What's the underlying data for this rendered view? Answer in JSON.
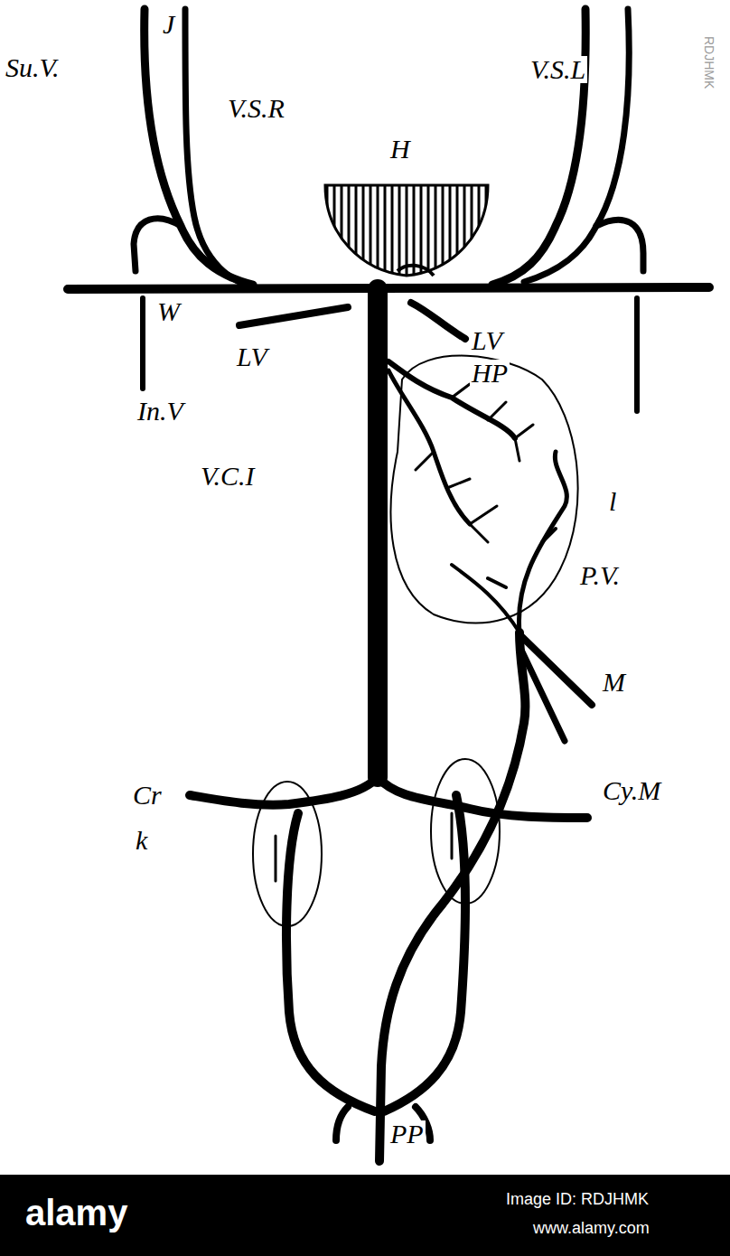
{
  "diagram": {
    "labels": [
      "J",
      "Su.V.",
      "V.S.L",
      "V.S.R",
      "H",
      "W",
      "LV",
      "LV",
      "In.V",
      "HP",
      "V.C.I",
      "l",
      "P.V.",
      "M",
      "Cr",
      "k",
      "Cy.M",
      "PP",
      "RDJHMK",
      "alamy",
      "Image ID: RDJHMK",
      "www.alamy.com"
    ]
  }
}
